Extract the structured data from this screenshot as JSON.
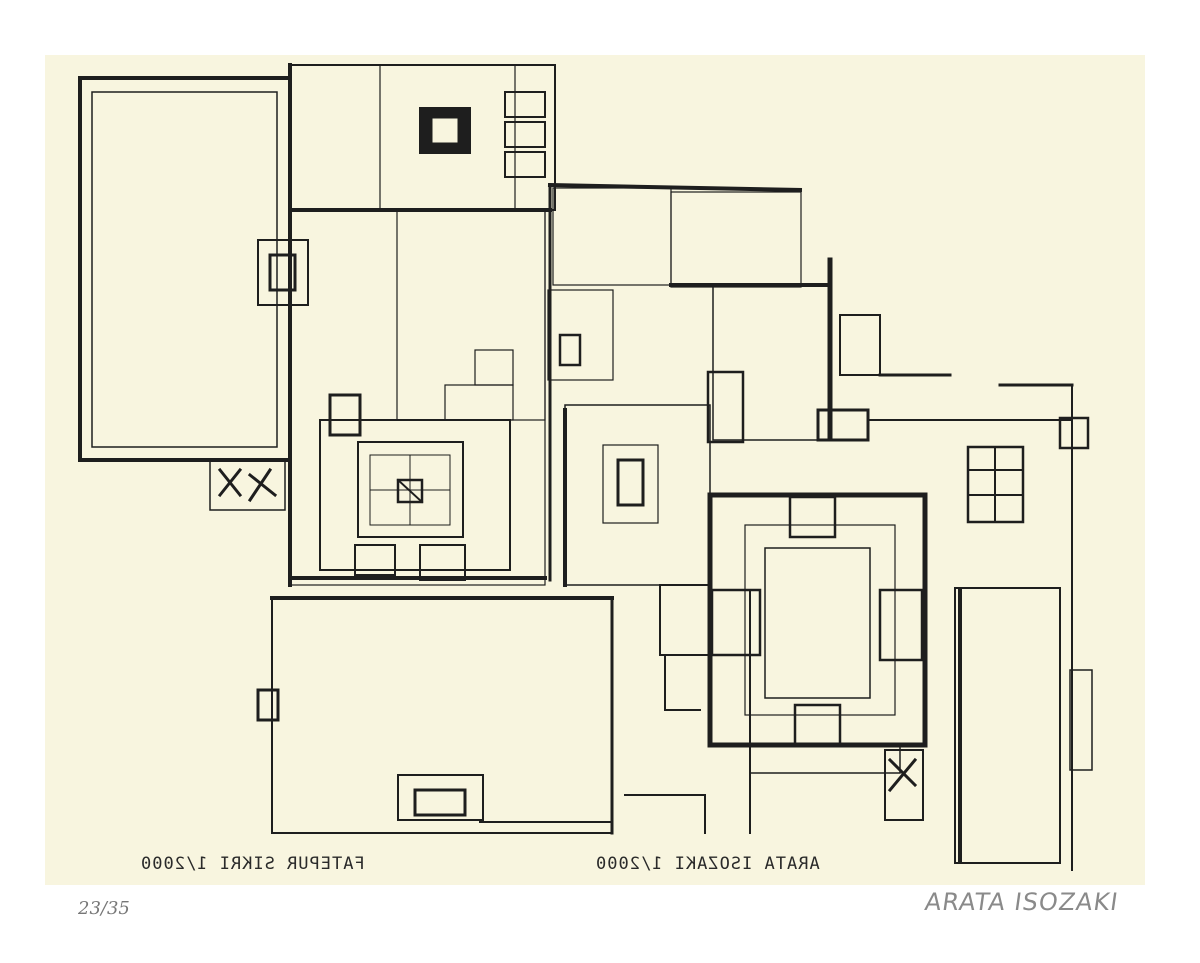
{
  "artwork": {
    "labels": {
      "left_caption": "FATEPUR SIKRI 1/2000",
      "right_caption": "ARATA ISOZAKI 1/2000"
    },
    "edition": "23/35",
    "signature": "ARATA ISOZAKI",
    "colors": {
      "paper": "#f8f5df",
      "ink": "#1e1e1e",
      "margin": "#ffffff"
    }
  }
}
